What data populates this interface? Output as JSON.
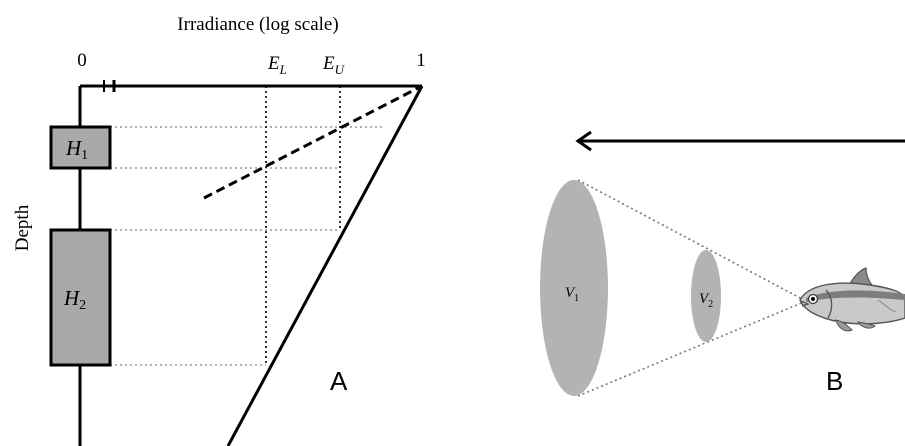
{
  "panelA": {
    "title": "Irradiance (log scale)",
    "y_axis_label": "Depth",
    "tick_zero": "0",
    "tick_one": "1",
    "el_main": "E",
    "el_sub": "L",
    "eu_main": "E",
    "eu_sub": "U",
    "h1_main": "H",
    "h1_sub": "1",
    "h2_main": "H",
    "h2_sub": "2",
    "panel_letter": "A"
  },
  "panelB": {
    "v1_main": "V",
    "v1_sub": "1",
    "v2_main": "V",
    "v2_sub": "2",
    "panel_letter": "B"
  },
  "colors": {
    "box_fill": "#a9a9a9",
    "cone_fill": "#b3b3b3",
    "line": "#000000",
    "guide": "#999999"
  }
}
